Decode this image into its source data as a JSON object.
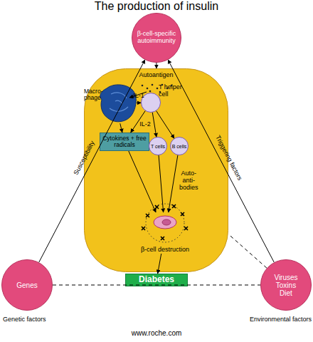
{
  "diagram": {
    "title": "The production of insulin",
    "nodes": [
      {
        "text": [
          "β-cell-specific autoimmunity"
        ]
      },
      {
        "text": [
          "Autoantigen"
        ]
      },
      {
        "text": [
          "Macro-phage"
        ],
        "in": 1
      },
      {
        "text": [
          "T helper cell"
        ],
        "in": 1
      },
      {
        "text": [
          "Cytokines + free radicals"
        ],
        "in": 1
      },
      {
        "text": [
          "T cells"
        ],
        "in": 1
      },
      {
        "text": [
          "B cells"
        ],
        "in": 1
      },
      {
        "text": [
          "β-cell destruction"
        ],
        "in": 1
      },
      {
        "text": [
          "Diabetes"
        ]
      },
      {
        "text": [
          "Genes"
        ]
      },
      {
        "text": [
          "Viruses Toxins Diet"
        ]
      }
    ],
    "edges": [
      {
        "from": 9,
        "to": 0,
        "arrow": "to",
        "label": "Susceptibility"
      },
      {
        "from": 10,
        "to": 0,
        "arrow": "to",
        "label": "Triggering factors"
      },
      {
        "from": 9,
        "to": 10,
        "arrow": "none"
      },
      {
        "from": 10,
        "to": 1,
        "arrow": "none"
      },
      {
        "from": 0,
        "to": 1,
        "arrow": "to"
      },
      {
        "from": 2,
        "to": 3,
        "arrow": "to",
        "label": "IL-1"
      },
      {
        "from": 2,
        "to": 4,
        "arrow": "to"
      },
      {
        "from": 3,
        "to": 4,
        "arrow": "to"
      },
      {
        "from": 3,
        "to": 5,
        "arrow": "to",
        "label": "IL-2"
      },
      {
        "from": 3,
        "to": 6,
        "arrow": "to"
      },
      {
        "from": 4,
        "to": 7,
        "arrow": "to"
      },
      {
        "from": 5,
        "to": 7,
        "arrow": "to"
      },
      {
        "from": 6,
        "to": 7,
        "arrow": "to",
        "label": "Auto-anti-bodies"
      },
      {
        "from": 7,
        "to": 8,
        "arrow": "to"
      }
    ],
    "labels": [
      "Genetic factors",
      "Environmental factors",
      "www.roche.com"
    ]
  }
}
